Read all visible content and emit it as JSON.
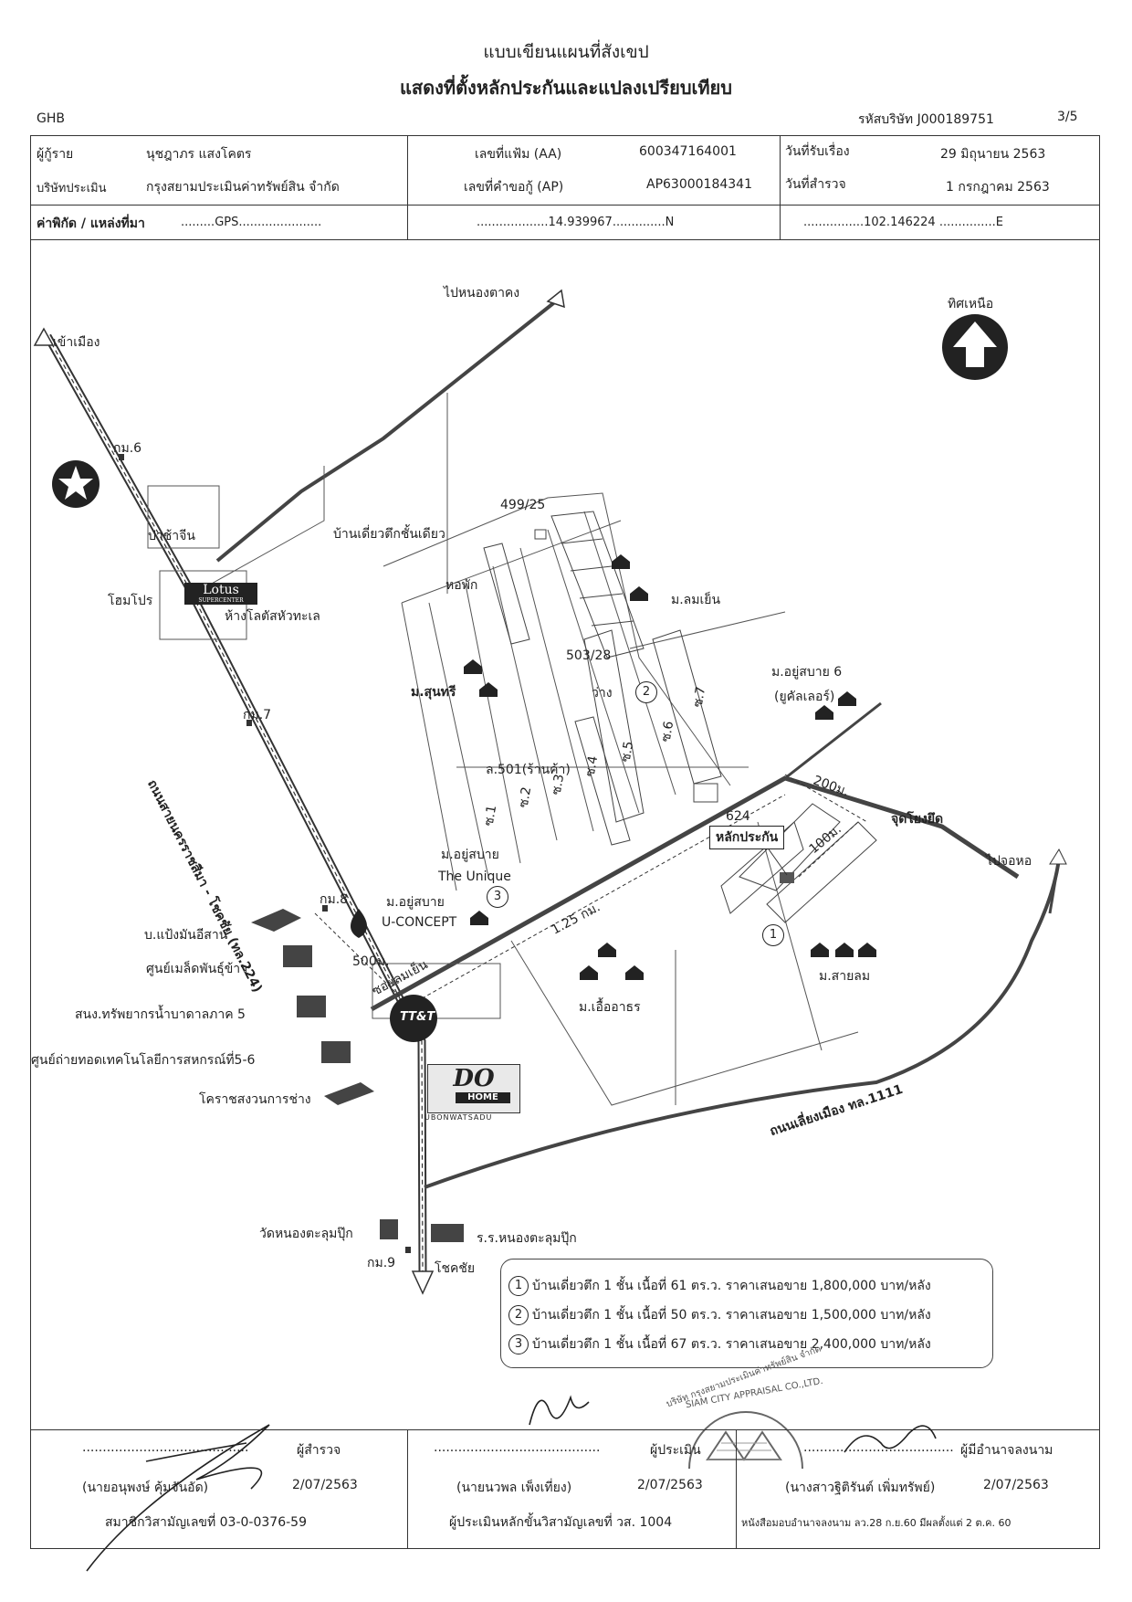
{
  "header": {
    "title_line1": "แบบเขียนแผนที่สังเขป",
    "title_line2": "แสดงที่ตั้งหลักประกันและแปลงเปรียบเทียบ",
    "org": "GHB",
    "company_code": "รหัสบริษัท J000189751",
    "page": "3/5"
  },
  "info": {
    "borrower_label": "ผู้กู้ราย",
    "borrower_value": "นุชฎาภร แสงโคตร",
    "appraiser_co_label": "บริษัทประเมิน",
    "appraiser_co_value": "กรุงสยามประเมินค่าทรัพย์สิน จำกัด",
    "file_no_label": "เลขที่แฟ้ม (AA)",
    "file_no_value": "600347164001",
    "req_no_label": "เลขที่คำขอกู้ (AP)",
    "req_no_value": "AP63000184341",
    "received_label": "วันที่รับเรื่อง",
    "received_value": "29 มิถุนายน 2563",
    "survey_label": "วันที่สำรวจ",
    "survey_value": "1 กรกฎาคม 2563",
    "coord_label": "ค่าพิกัด / แหล่งที่มา",
    "coord_source": ".........GPS......................",
    "lat": "...................14.939967..............N",
    "lon": "................102.146224 ...............E"
  },
  "map": {
    "north": "ทิศเหนือ",
    "to_city": "เข้าเมือง",
    "to_nongtakhong": "ไปหนองตาคง",
    "to_chokchai": "โชคชัย",
    "to_jawho": "ไปจอหอ",
    "km6": "กม.6",
    "km7": "กม.7",
    "km8": "กม.8",
    "km9": "กม.9",
    "pachajin": "ป่าช้าจีน",
    "homepro": "โฮมโปร",
    "lotus_logo": "Lotus",
    "lotus_sub": "SUPERCENTER",
    "lotus_label": "ห้างโลตัสหัวทะเล",
    "single_house": "บ้านเดี่ยวตึกชั้นเดียว",
    "hophak": "หอพัก",
    "n499": "499/25",
    "n503": "503/28",
    "lomyen": "ม.ลมเย็น",
    "suntree": "ม.สุนทรี",
    "yoosabai6": "ม.อยู่สบาย 6",
    "eucalyptus": "(ยูคัลเลอร์)",
    "wang": "ว่าง",
    "soi1": "ซ.1",
    "soi2": "ซ.2",
    "soi3": "ซ.3",
    "soi4": "ซ.4",
    "soi5": "ซ.5",
    "soi6": "ซ.6",
    "soi7": "ซ.7",
    "shop": "ล.501(ร้านค้า)",
    "n624": "624",
    "d200": "200ม.",
    "d100": "100ม.",
    "jod": "จุดโยงยึด",
    "collateral": "หลักประกัน",
    "yoosabai_unique1": "ม.อยู่สบาย",
    "yoosabai_unique2": "The Unique",
    "yoosabai_uc1": "ม.อยู่สบาย",
    "yoosabai_uc2": "U-CONCEPT",
    "d125": "1.25 กม.",
    "d500": "500ม.",
    "soi_lomyen": "ซอยลมเย็น",
    "road224": "ถนนสายนครราชสีมา - โชคชัย (ทล.224)",
    "ring_road": "ถนนเลี่ยงเมือง ทล.1111",
    "saylom": "ม.สายลม",
    "ueaathorn": "ม.เอื้ออาธร",
    "ttt": "TT&T",
    "dohome_logo": "DO",
    "dohome_sub": "HOME",
    "dohome_caption": "UBONWATSADU",
    "pangmun": "บ.แป้งมันอีสาน",
    "rice_center": "ศูนย์เมล็ดพันธุ์ข้าว",
    "water_office": "สนง.ทรัพยากรน้ำบาดาลภาค 5",
    "coop_center": "ศูนย์ถ่ายทอดเทคโนโลยีการสหกรณ์ที่5-6",
    "korat_sawan": "โคราชสงวนการช่าง",
    "wat": "วัดหนองตะลุมปุ๊ก",
    "school": "ร.ร.หนองตะลุมปุ๊ก"
  },
  "legend": [
    {
      "num": "1",
      "text": "บ้านเดี่ยวตึก 1 ชั้น เนื้อที่ 61 ตร.ว. ราคาเสนอขาย 1,800,000 บาท/หลัง"
    },
    {
      "num": "2",
      "text": "บ้านเดี่ยวตึก 1 ชั้น เนื้อที่ 50 ตร.ว. ราคาเสนอขาย 1,500,000 บาท/หลัง"
    },
    {
      "num": "3",
      "text": "บ้านเดี่ยวตึก 1 ชั้น เนื้อที่ 67 ตร.ว. ราคาเสนอขาย 2,400,000 บาท/หลัง"
    }
  ],
  "seal": {
    "line1": "บริษัท กรุงสยามประเมินค่าทรัพย์สิน จำกัด",
    "line2": "SIAM CITY APPRAISAL CO.,LTD."
  },
  "signatures": {
    "surveyor_role": "ผู้สำรวจ",
    "surveyor_dots": ".........................................",
    "surveyor_name": "(นายอนุพงษ์ คุ้มจันอัด)",
    "surveyor_date": "2/07/2563",
    "surveyor_member": "สมาชิกวิสามัญเลขที่ 03-0-0376-59",
    "appraiser_role": "ผู้ประเมิน",
    "appraiser_dots": ".........................................",
    "appraiser_name": "(นายนวพล เพ็งเที่ยง)",
    "appraiser_date": "2/07/2563",
    "appraiser_member": "ผู้ประเมินหลักขั้นวิสามัญเลขที่ วส. 1004",
    "authority_role": "ผู้มีอำนาจลงนาม",
    "authority_dots": ".....................................",
    "authority_name": "(นางสาวฐิติรันต์ เพิ่มทรัพย์)",
    "authority_date": "2/07/2563",
    "authority_note": "หนังสือมอบอำนาจลงนาม ลว.28 ก.ย.60 มีผลตั้งแต่ 2 ต.ค. 60"
  }
}
